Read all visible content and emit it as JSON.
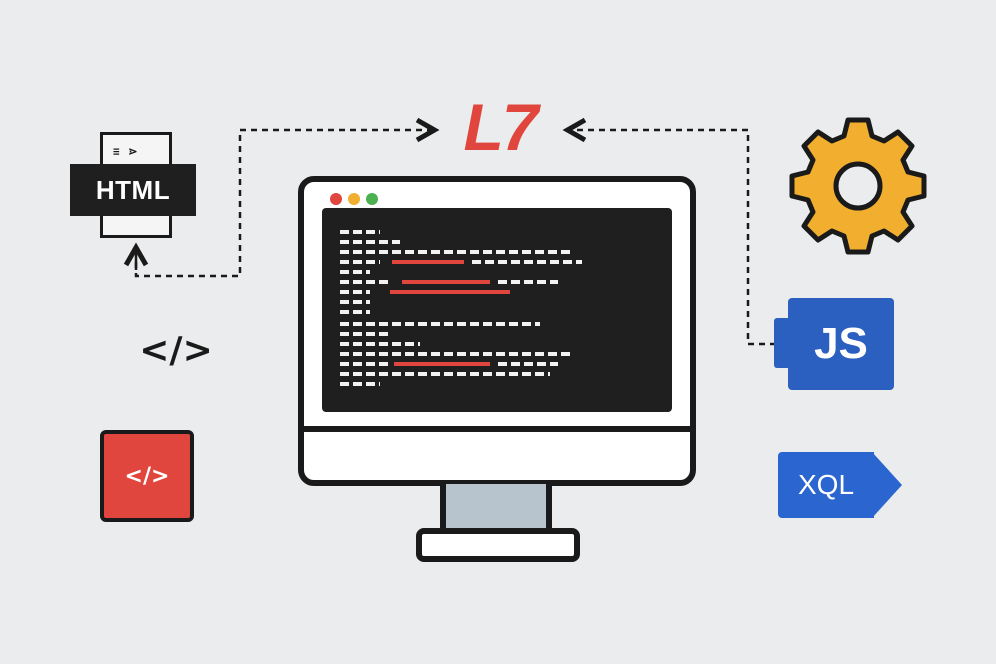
{
  "badges": {
    "html_label": "HTML",
    "html_doc_marks": "≡ ⋗",
    "code_tag_plain": "</>",
    "code_tag_red": "</>",
    "js_label": "JS",
    "xql_label": "XQL",
    "top_logo": "L7"
  },
  "icons": {
    "gear": "gear-icon",
    "html_file": "html-file-icon",
    "code_tag": "code-tag-icon",
    "monitor": "monitor-icon"
  },
  "colors": {
    "background": "#eaeced",
    "red": "#e0463d",
    "blue": "#2b5fc0",
    "gear_yellow": "#f2ae2e",
    "outline": "#1a1a1a",
    "screen": "#1f1f1f",
    "stand": "#b7c4ce"
  },
  "window_dots": [
    "#e0463d",
    "#f2ae2e",
    "#4caf50"
  ]
}
